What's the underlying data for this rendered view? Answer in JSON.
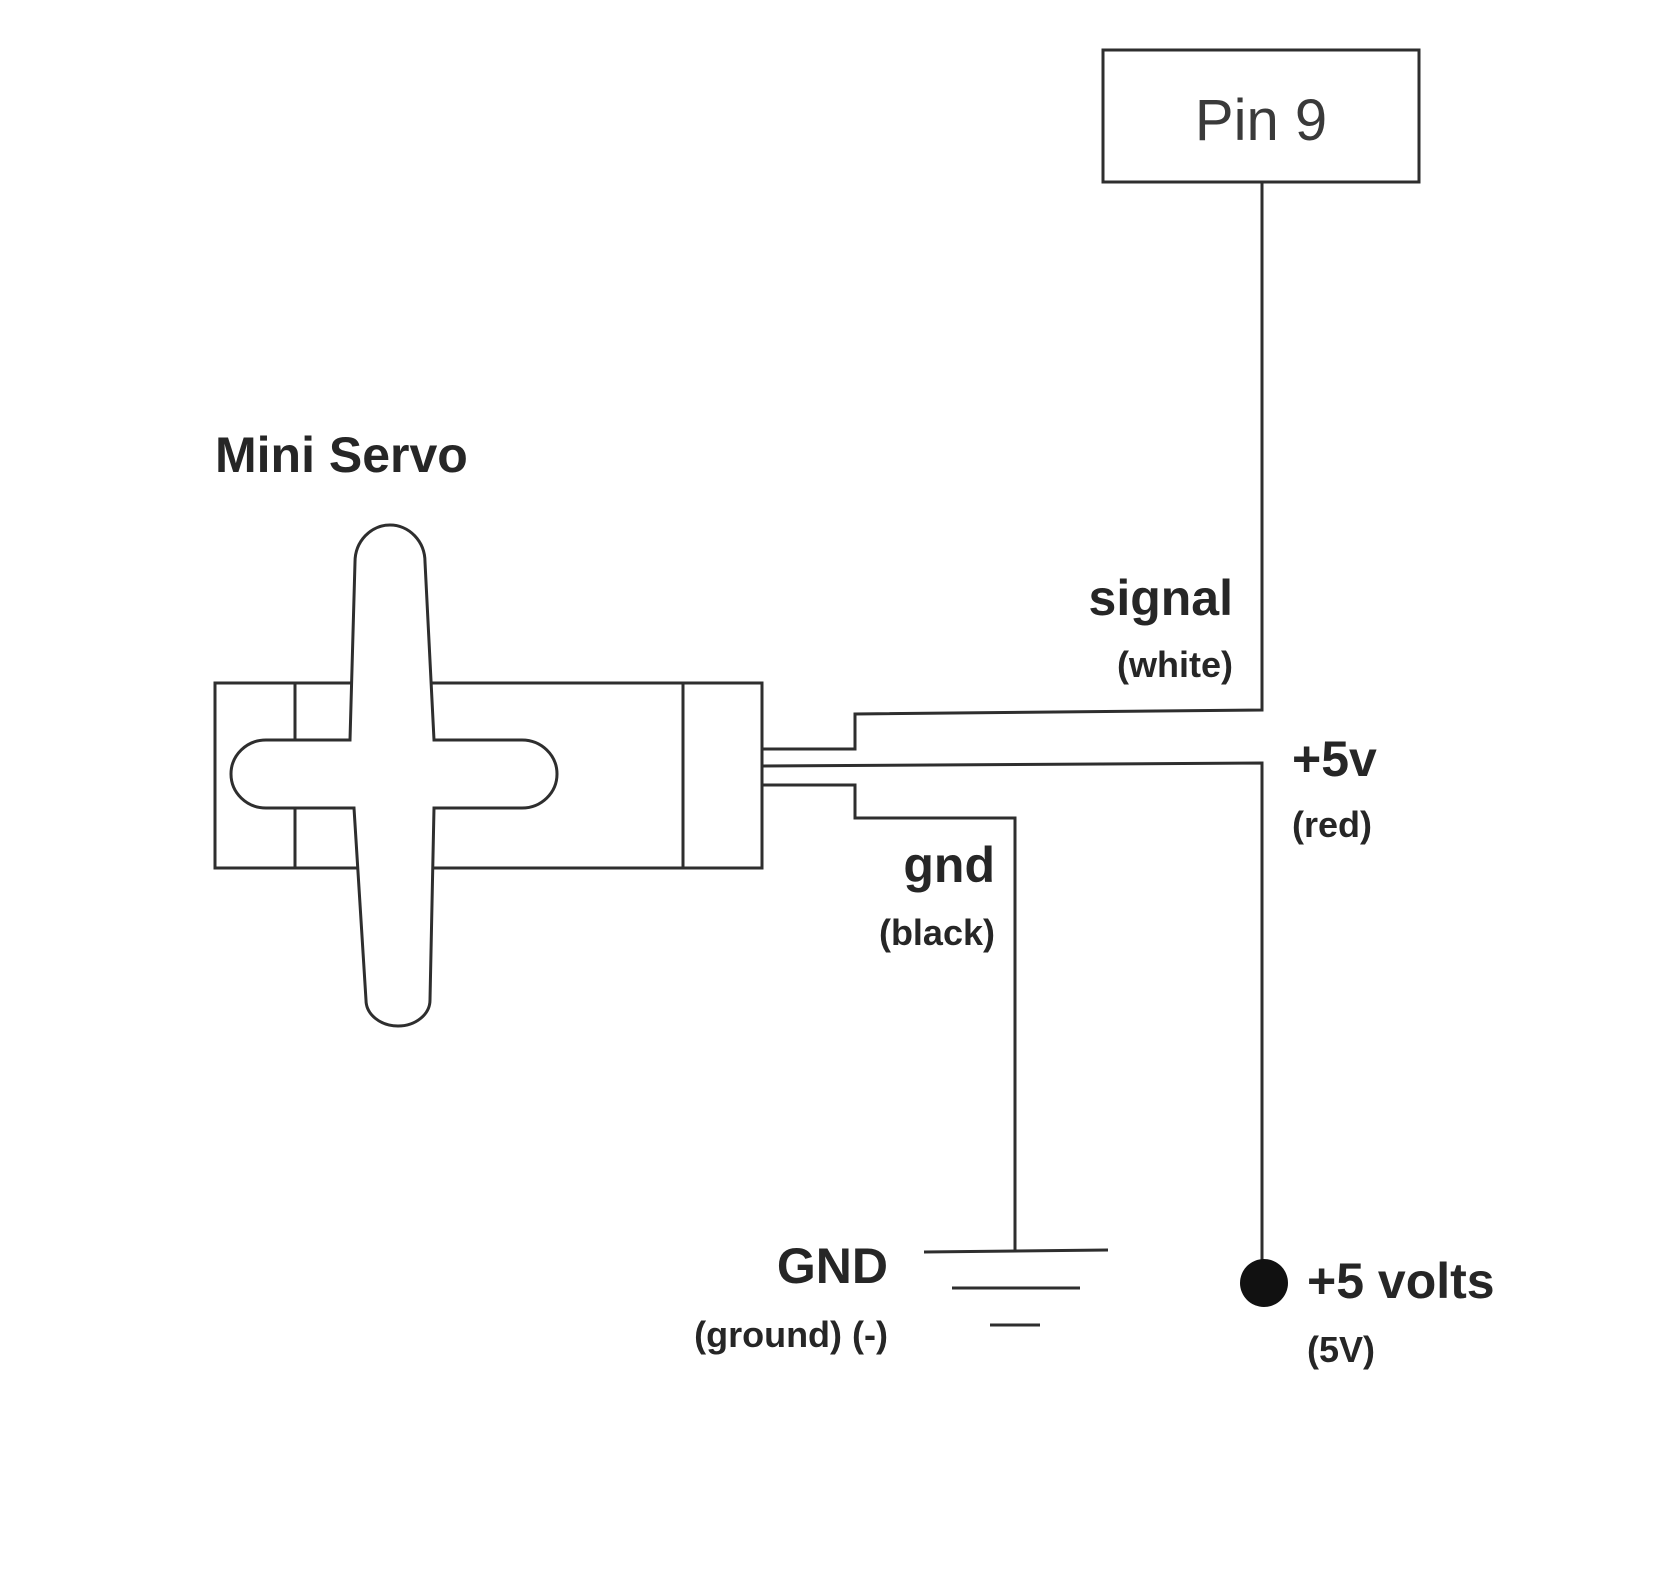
{
  "pin_box": {
    "label": "Pin 9"
  },
  "servo": {
    "title": "Mini Servo"
  },
  "wires": {
    "signal": {
      "name": "signal",
      "color": "(white)"
    },
    "power": {
      "name": "+5v",
      "color": "(red)"
    },
    "ground": {
      "name": "gnd",
      "color": "(black)"
    }
  },
  "ground_symbol": {
    "label": "GND",
    "sublabel": "(ground) (-)"
  },
  "power_terminal": {
    "label": "+5 volts",
    "sublabel": "(5V)"
  },
  "colors": {
    "ink": "#2e2e2e",
    "background": "#ffffff"
  }
}
